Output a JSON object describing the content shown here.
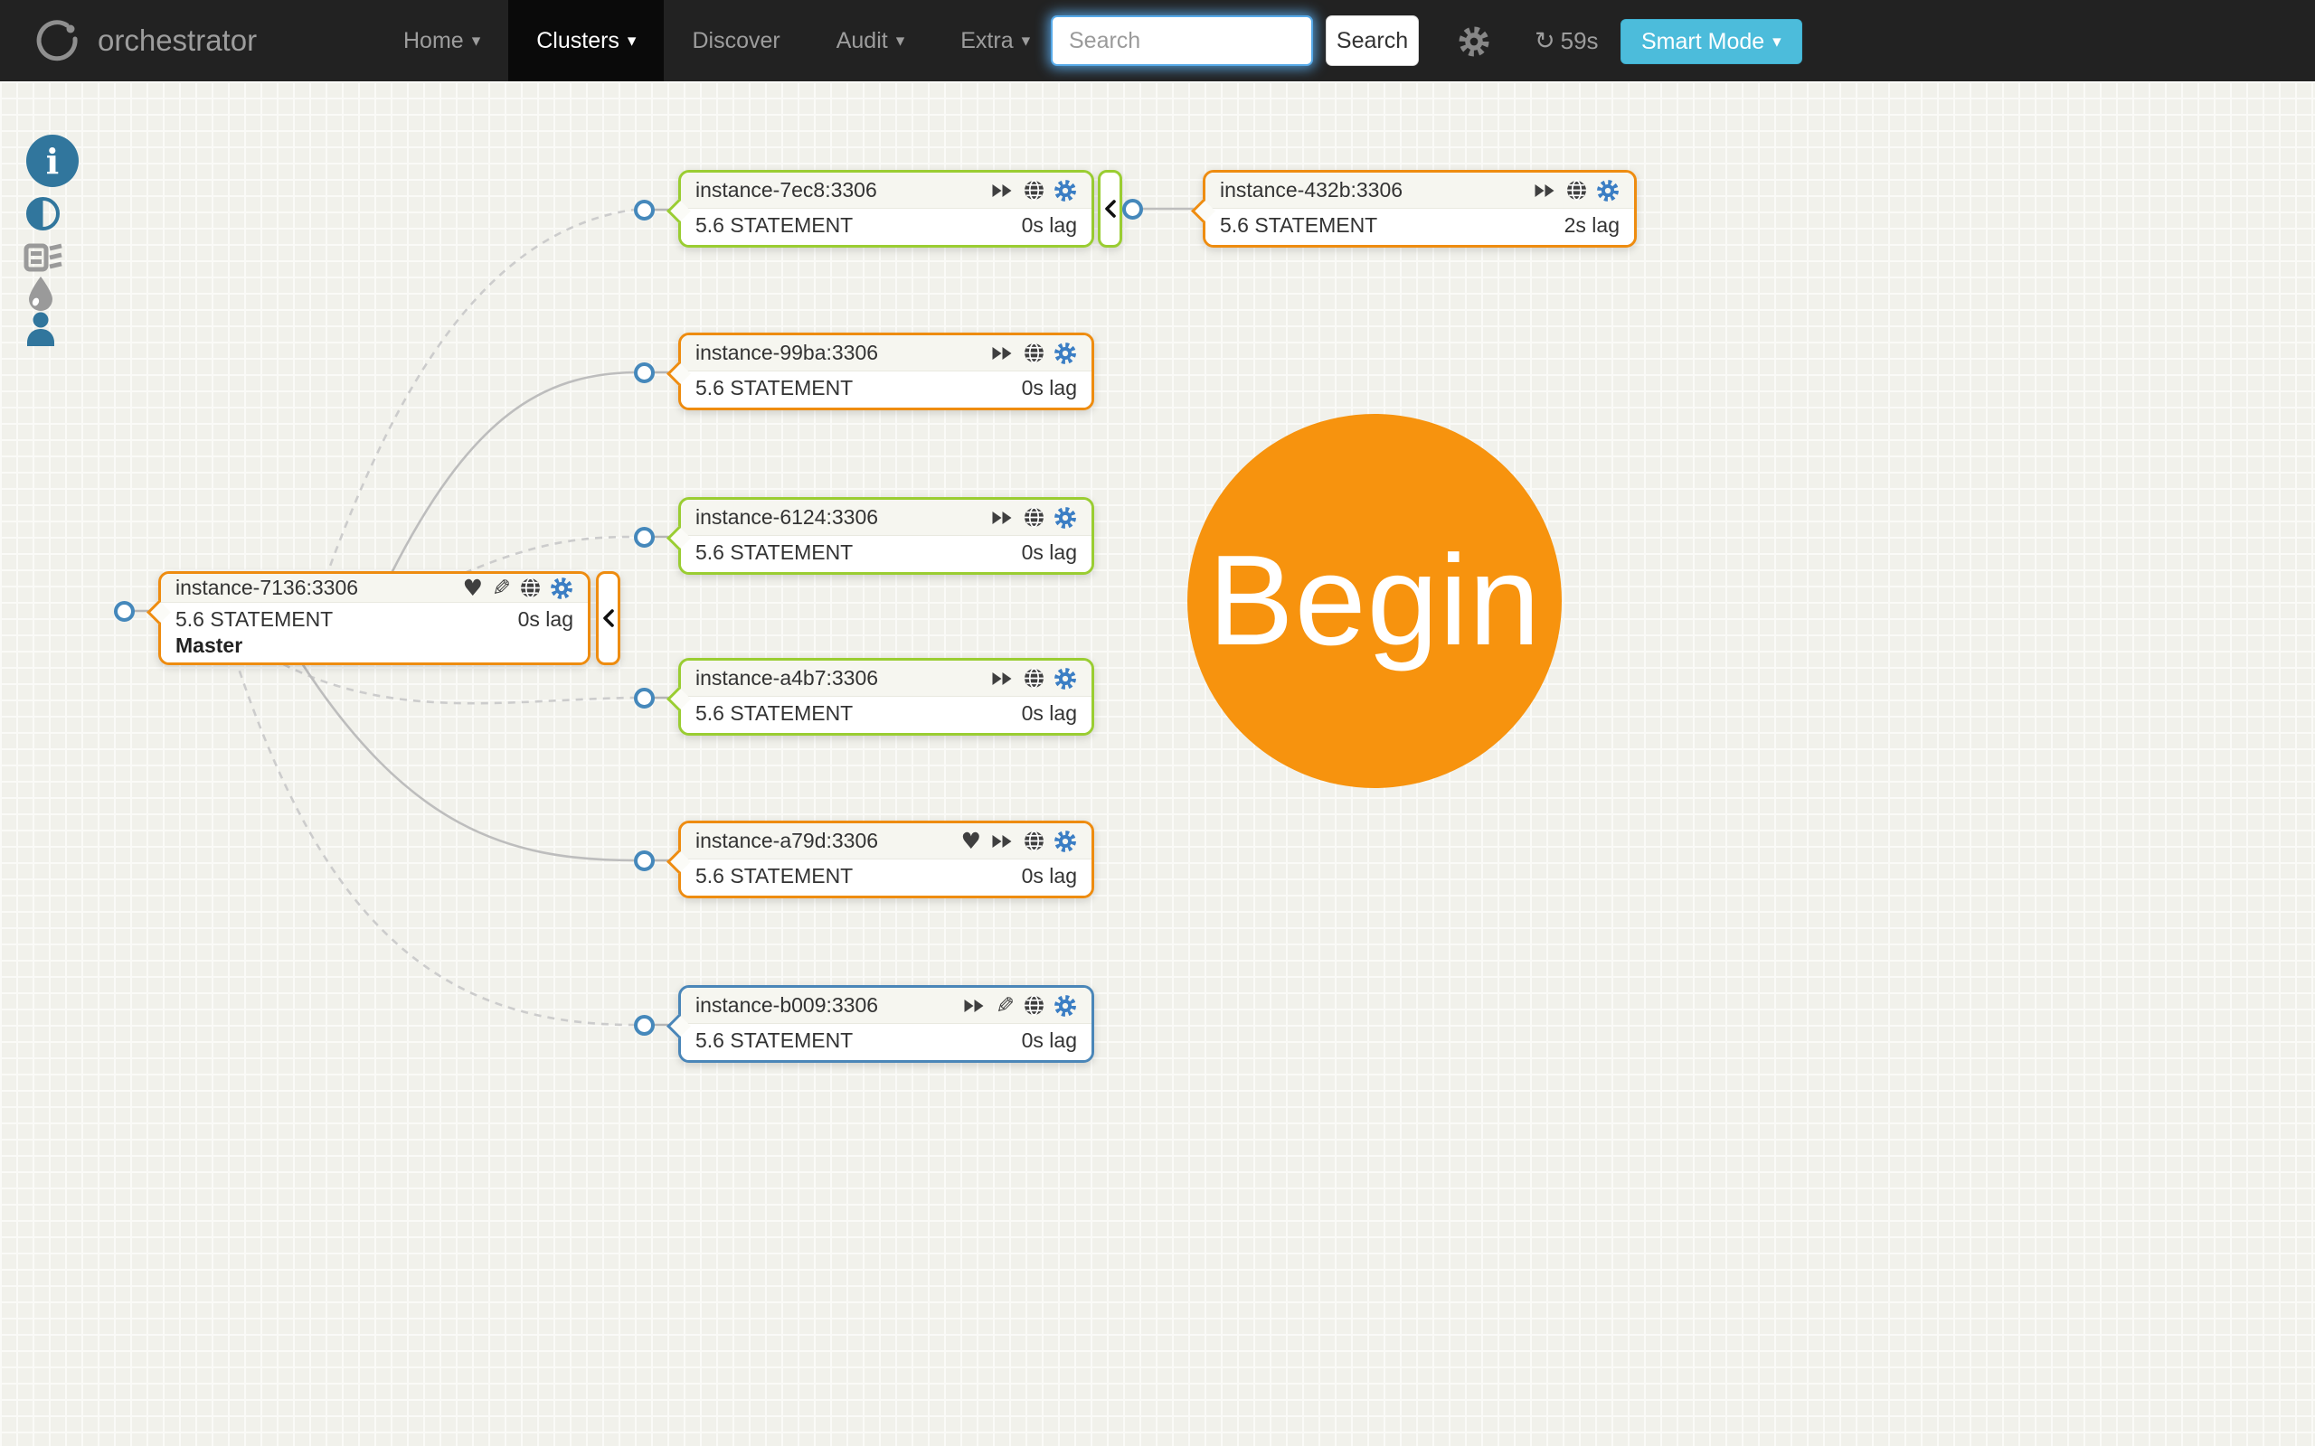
{
  "navbar": {
    "brand": "orchestrator",
    "items": [
      {
        "label": "Home",
        "caret": "▾"
      },
      {
        "label": "Clusters",
        "caret": "▾"
      },
      {
        "label": "Discover",
        "caret": ""
      },
      {
        "label": "Audit",
        "caret": "▾"
      },
      {
        "label": "Extra",
        "caret": "▾"
      }
    ],
    "search": {
      "placeholder": "Search",
      "button_label": "Search"
    },
    "refresh_timer": "59s",
    "smart_mode_label": "Smart Mode",
    "smart_mode_caret": "▾"
  },
  "sidebar": {
    "icons": [
      "info-icon",
      "adjust-contrast-icon",
      "compact-display-icon",
      "droplet-icon",
      "user-icon"
    ]
  },
  "icon_glyphs": {
    "heart": "♥",
    "pencil": "✎",
    "caret": "▾",
    "refresh": "↻",
    "info": "i"
  },
  "colors": {
    "ok_border": "#9acd32",
    "lag_border": "#ee8c10",
    "problem_border": "#4a86b8",
    "connector_ring": "#4588bb",
    "begin_fill": "#f7930e",
    "smart_mode_btn": "#4cbcdb",
    "navbar_bg": "#222222"
  },
  "cluster": {
    "begin_label": "Begin",
    "nodes": [
      {
        "name": "instance-7136:3306",
        "version": "5.6 STATEMENT",
        "lag": "0s lag",
        "role": "Master",
        "border": "orange",
        "icons": [
          "heart",
          "pencil",
          "globe",
          "settings"
        ],
        "has_collapse": true
      },
      {
        "name": "instance-7ec8:3306",
        "version": "5.6 STATEMENT",
        "lag": "0s lag",
        "border": "green",
        "icons": [
          "fast-forward",
          "globe",
          "settings"
        ],
        "has_collapse": true
      },
      {
        "name": "instance-432b:3306",
        "version": "5.6 STATEMENT",
        "lag": "2s lag",
        "border": "orange",
        "icons": [
          "fast-forward",
          "globe",
          "settings"
        ],
        "has_collapse": false
      },
      {
        "name": "instance-99ba:3306",
        "version": "5.6 STATEMENT",
        "lag": "0s lag",
        "border": "orange",
        "icons": [
          "fast-forward",
          "globe",
          "settings"
        ],
        "has_collapse": false
      },
      {
        "name": "instance-6124:3306",
        "version": "5.6 STATEMENT",
        "lag": "0s lag",
        "border": "green",
        "icons": [
          "fast-forward",
          "globe",
          "settings"
        ],
        "has_collapse": false
      },
      {
        "name": "instance-a4b7:3306",
        "version": "5.6 STATEMENT",
        "lag": "0s lag",
        "border": "green",
        "icons": [
          "fast-forward",
          "globe",
          "settings"
        ],
        "has_collapse": false
      },
      {
        "name": "instance-a79d:3306",
        "version": "5.6 STATEMENT",
        "lag": "0s lag",
        "border": "orange",
        "icons": [
          "heart",
          "fast-forward",
          "globe",
          "settings"
        ],
        "has_collapse": false
      },
      {
        "name": "instance-b009:3306",
        "version": "5.6 STATEMENT",
        "lag": "0s lag",
        "border": "blue",
        "icons": [
          "fast-forward",
          "pencil",
          "globe",
          "settings"
        ],
        "has_collapse": false
      }
    ]
  }
}
